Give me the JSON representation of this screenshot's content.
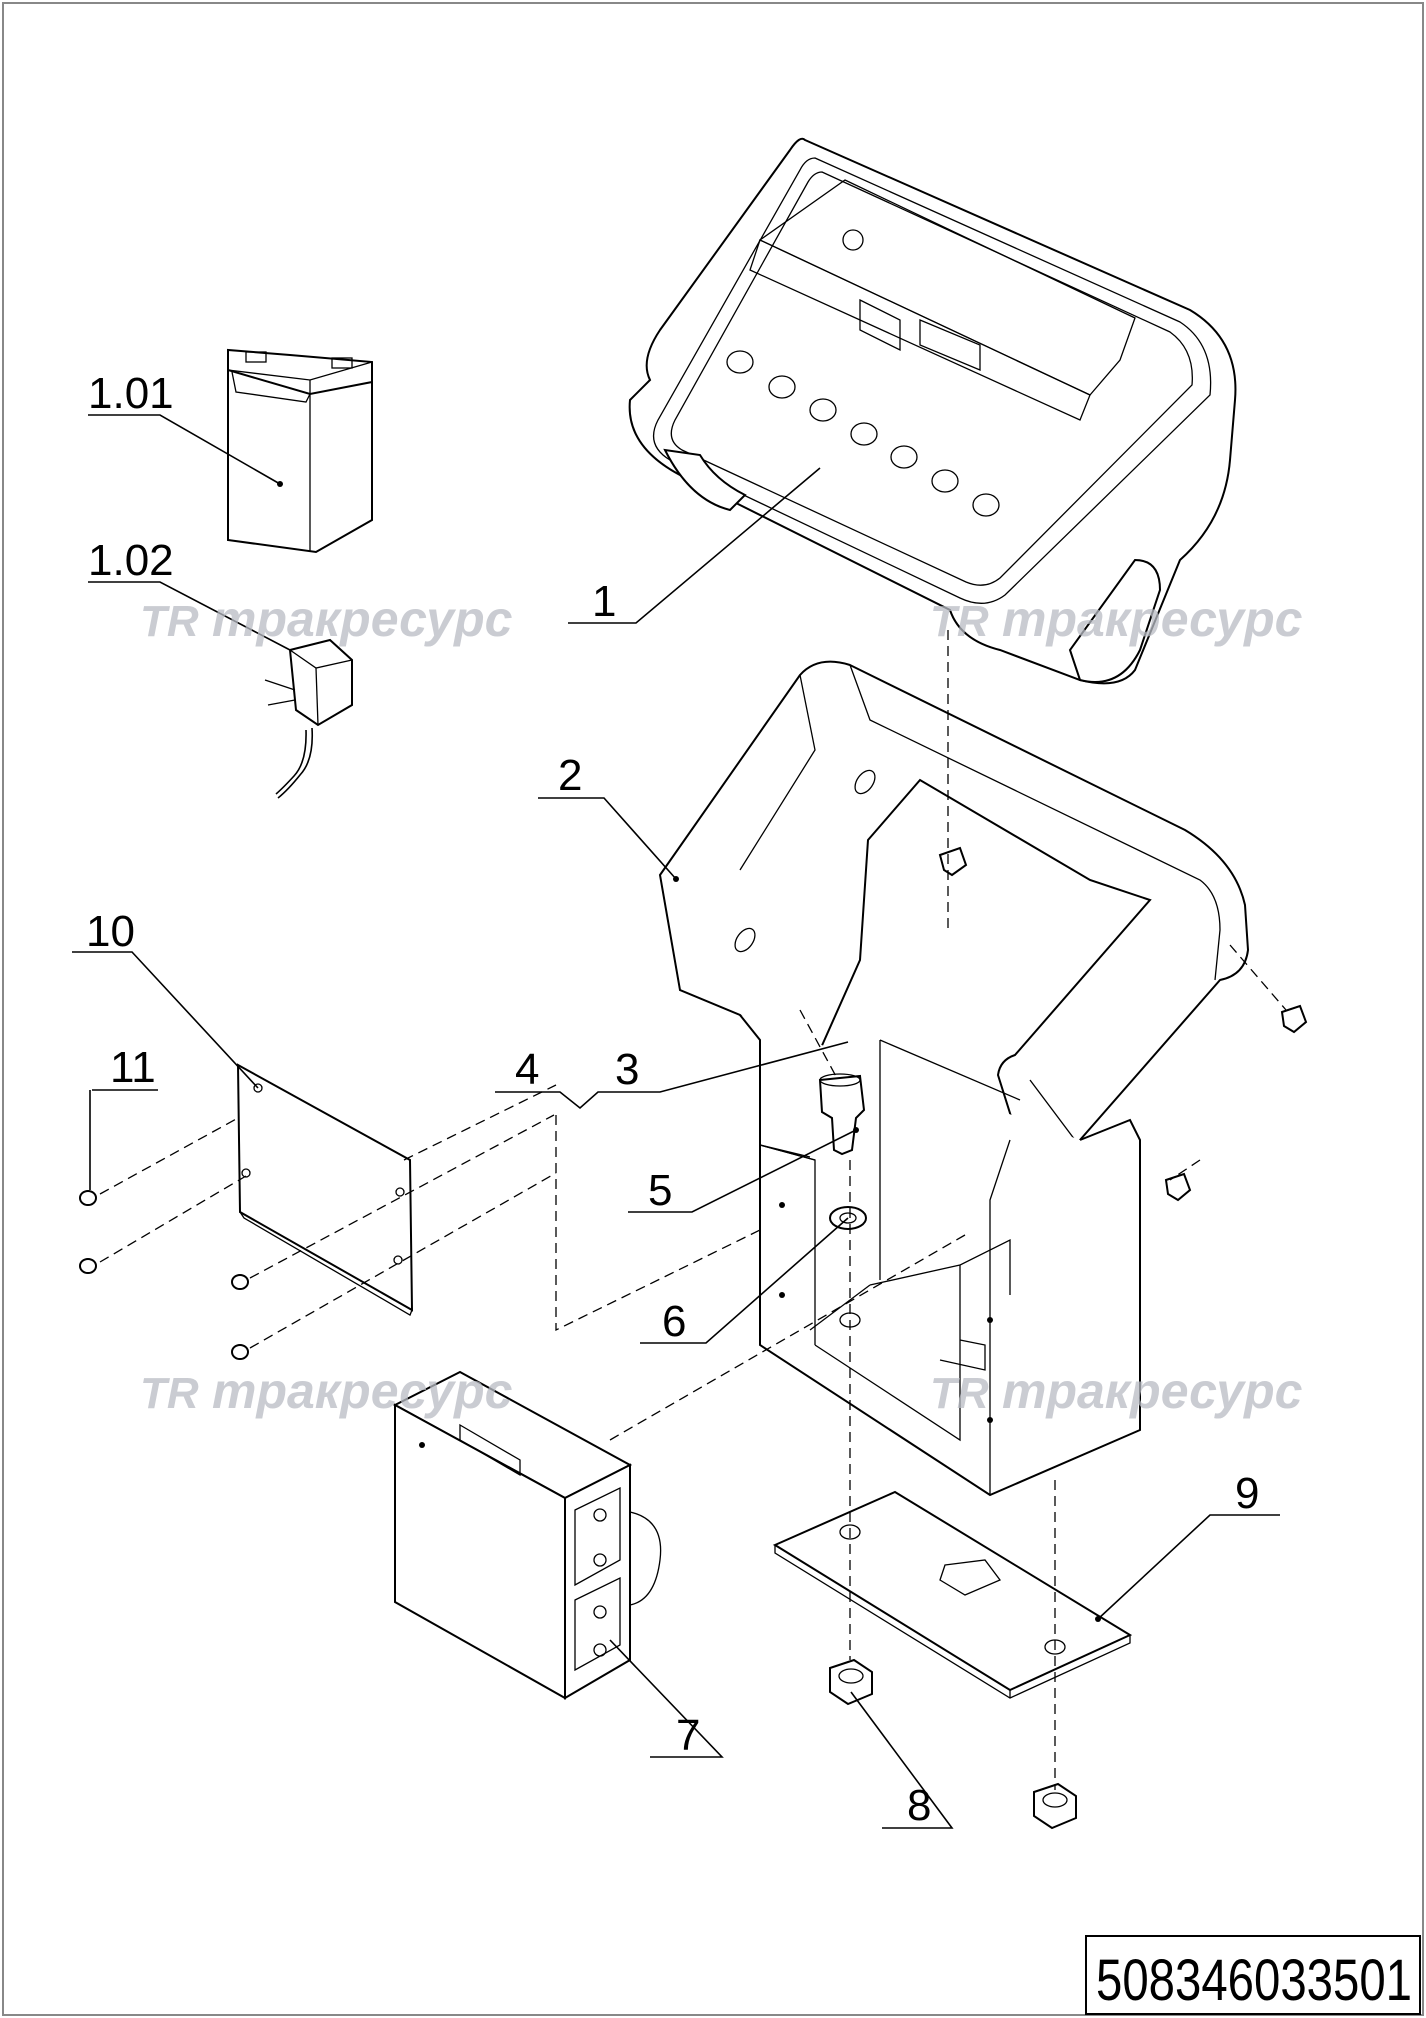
{
  "watermark": {
    "logo": "TR",
    "text": "тракресурс"
  },
  "document_number": "508346033501",
  "callouts": [
    {
      "id": "label-1-01",
      "text": "1.01"
    },
    {
      "id": "label-1-02",
      "text": "1.02"
    },
    {
      "id": "label-1",
      "text": "1"
    },
    {
      "id": "label-2",
      "text": "2"
    },
    {
      "id": "label-3",
      "text": "3"
    },
    {
      "id": "label-4",
      "text": "4"
    },
    {
      "id": "label-5",
      "text": "5"
    },
    {
      "id": "label-6",
      "text": "6"
    },
    {
      "id": "label-7",
      "text": "7"
    },
    {
      "id": "label-8",
      "text": "8"
    },
    {
      "id": "label-9",
      "text": "9"
    },
    {
      "id": "label-10",
      "text": "10"
    },
    {
      "id": "label-11",
      "text": "11"
    }
  ]
}
